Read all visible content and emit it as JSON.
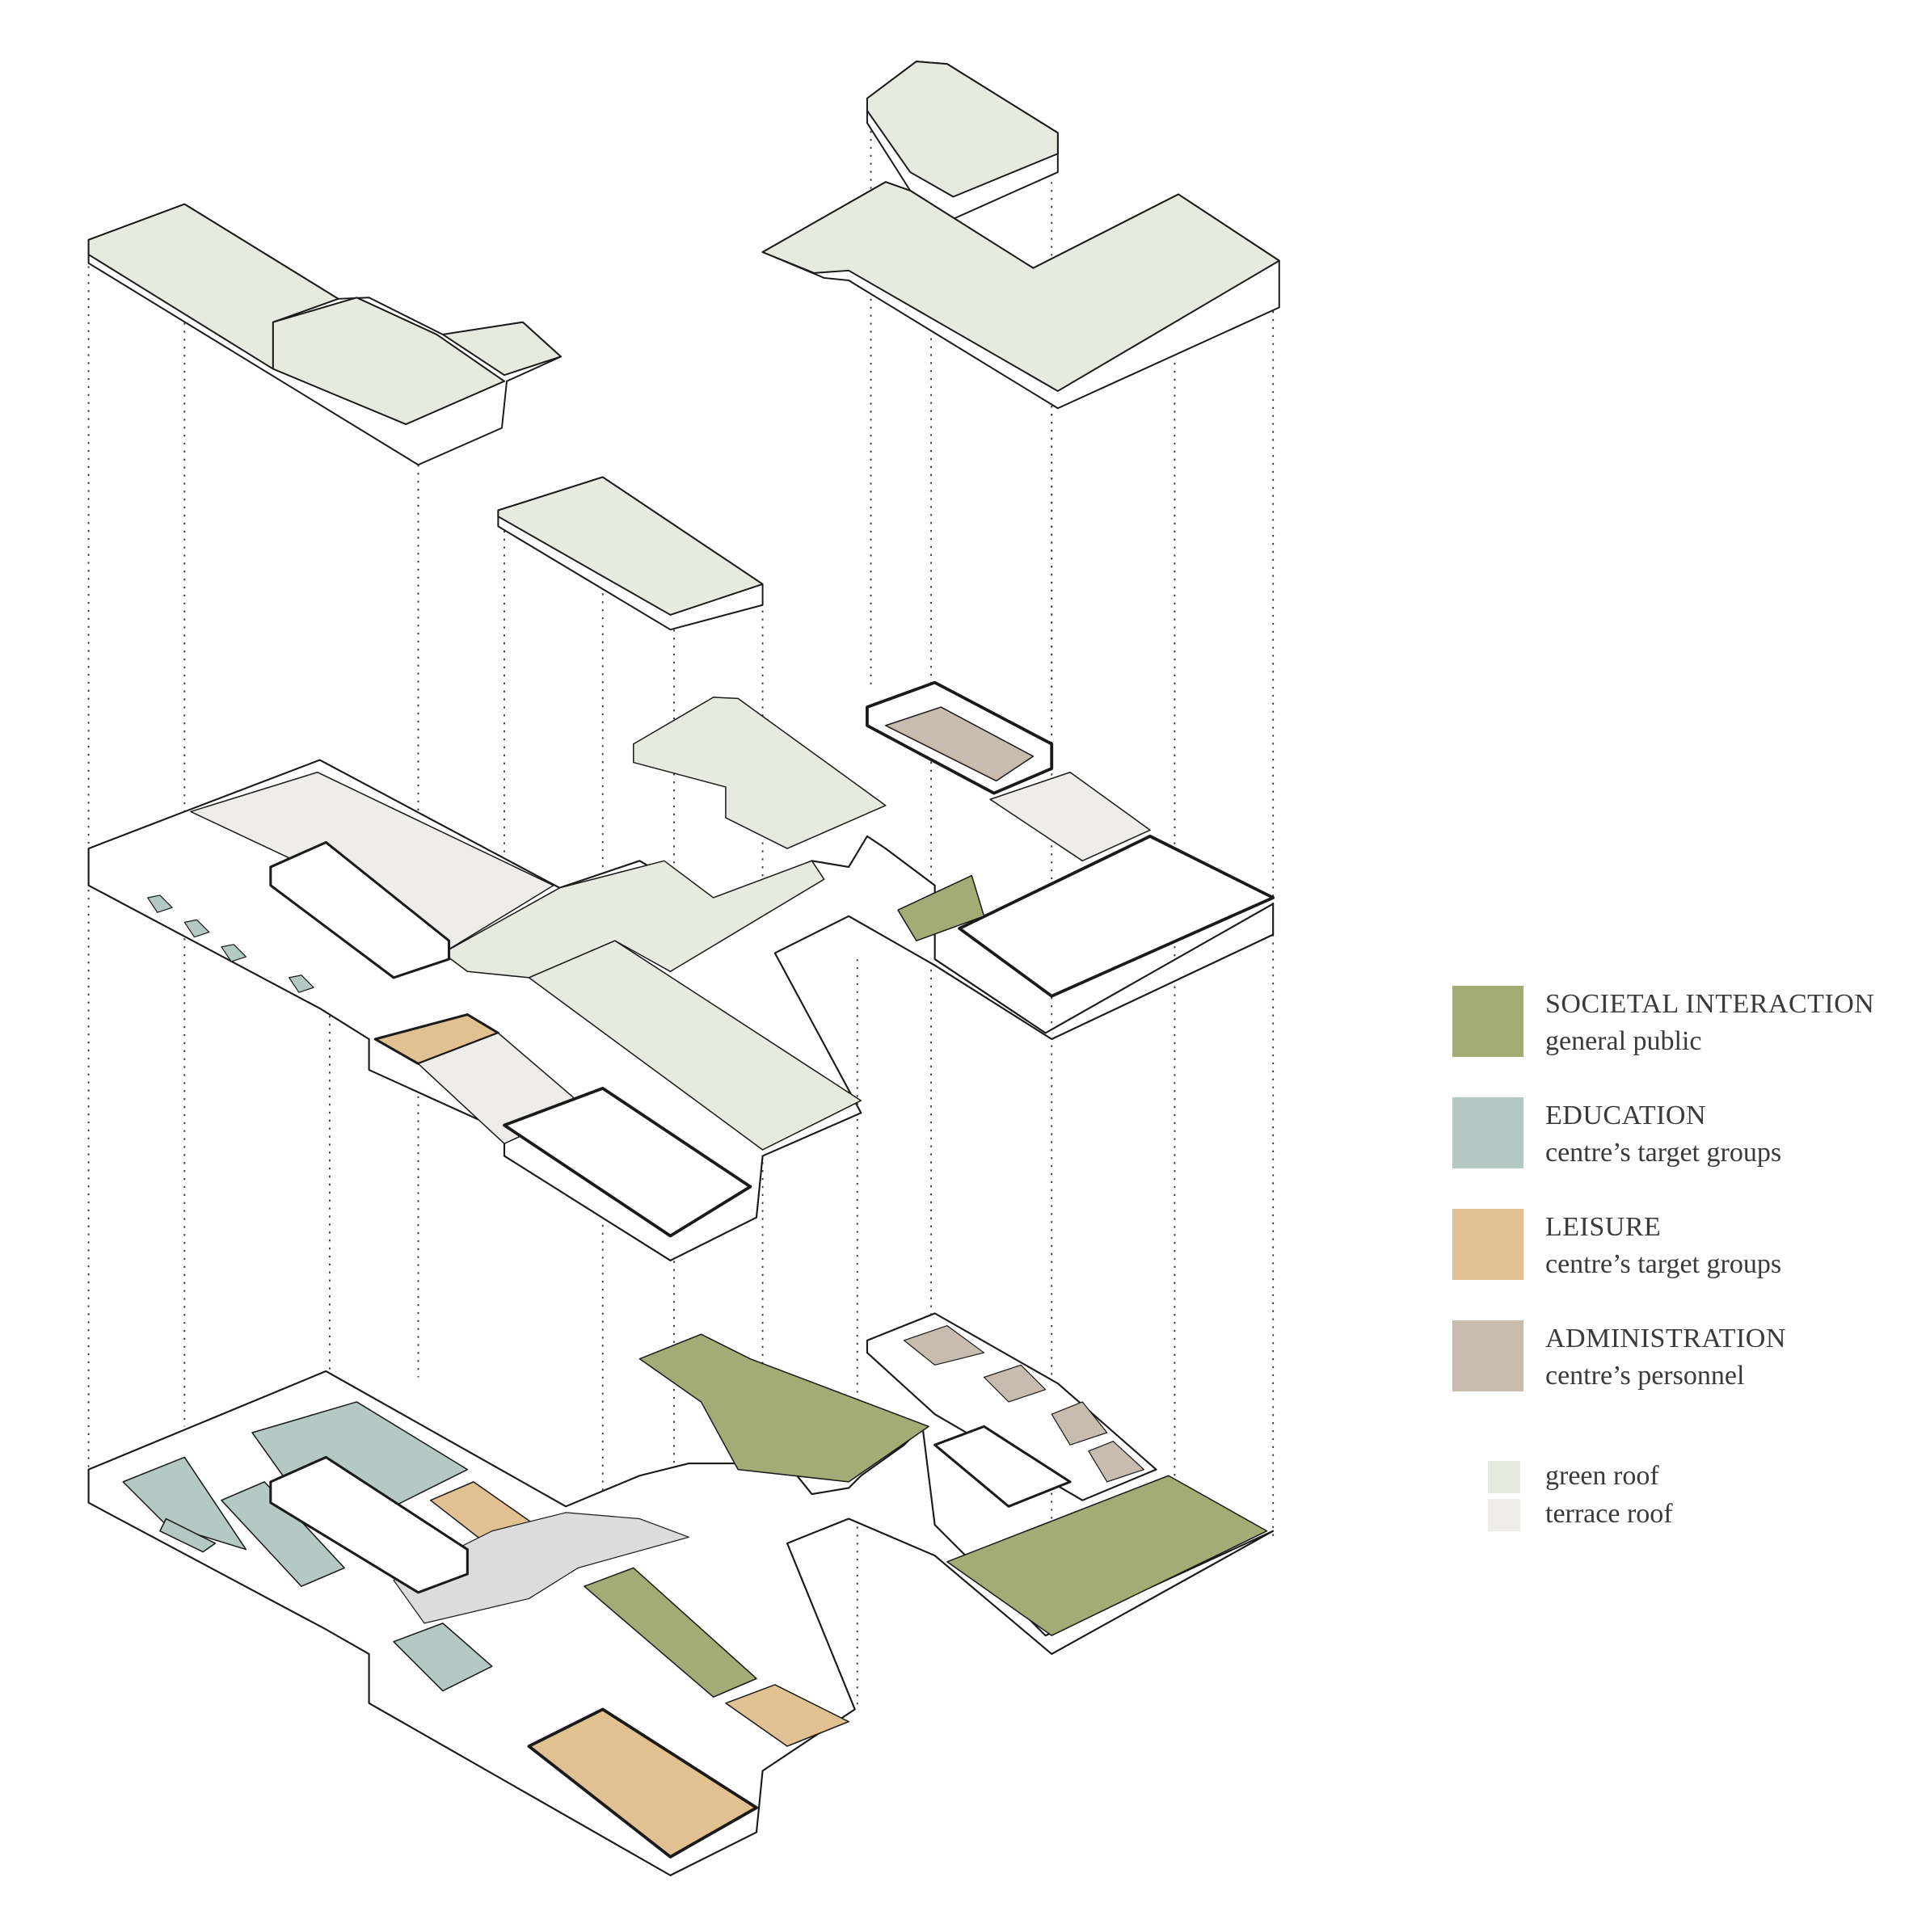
{
  "legend": {
    "categories": [
      {
        "title": "SOCIETAL INTERACTION",
        "subtitle": "general public",
        "color": "#a4ac76"
      },
      {
        "title": "EDUCATION",
        "subtitle": "centre’s target groups",
        "color": "#b4c8c4"
      },
      {
        "title": "LEISURE",
        "subtitle": "centre’s target groups",
        "color": "#e1c092"
      },
      {
        "title": "ADMINISTRATION",
        "subtitle": "centre’s personnel",
        "color": "#c8bcae"
      }
    ],
    "roofs": [
      {
        "label": "green roof",
        "color": "#e7eadf"
      },
      {
        "label": "terrace roof",
        "color": "#efedea"
      }
    ]
  },
  "colors": {
    "line": "#1a1a1a",
    "floor": "#ffffff",
    "corridor": "#dcdcdc"
  }
}
